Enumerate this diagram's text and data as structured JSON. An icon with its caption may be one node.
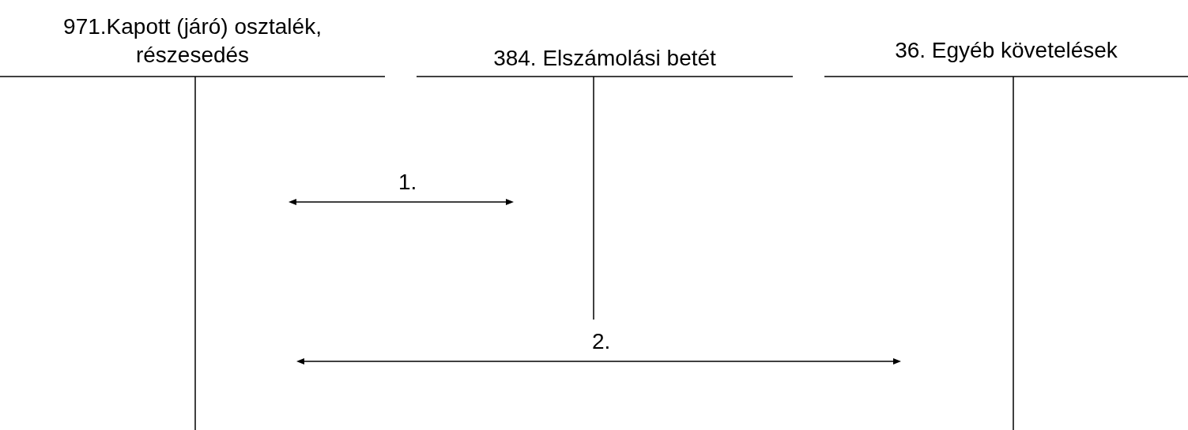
{
  "diagram": {
    "nodes": [
      {
        "text": [
          "971.Kapott (járó) osztalék, részesedés"
        ]
      },
      {
        "text": [
          "384. Elszámolási betét"
        ]
      },
      {
        "text": [
          "36. Egyéb követelések"
        ]
      }
    ],
    "edges": [
      {
        "from": 0,
        "to": 1,
        "arrow": "both",
        "label": "1."
      },
      {
        "from": 0,
        "to": 2,
        "arrow": "both",
        "label": "2."
      }
    ]
  }
}
